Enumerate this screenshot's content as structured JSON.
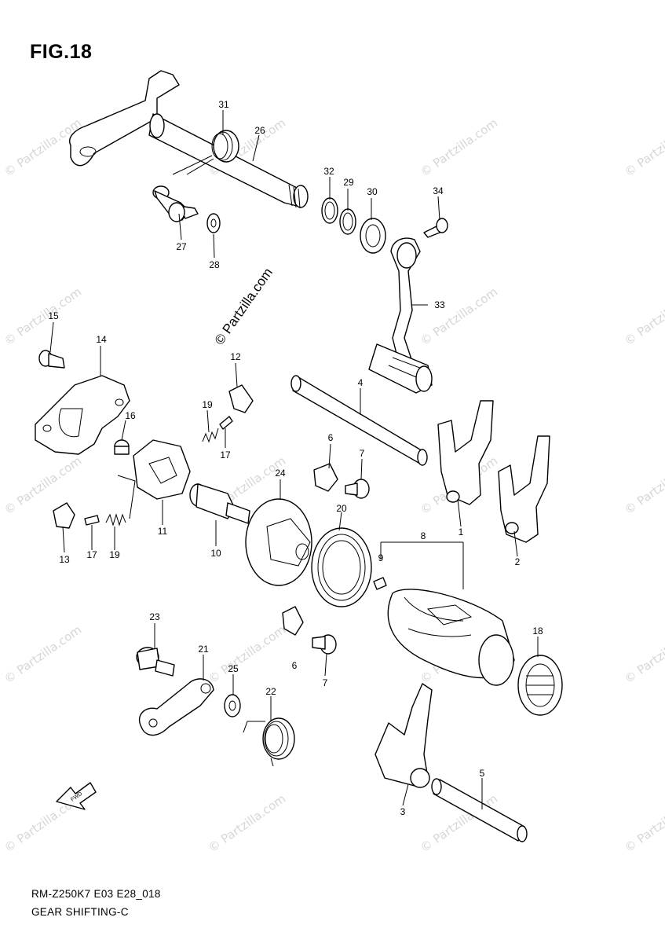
{
  "figure_title": "FIG.18",
  "footer": {
    "code": "RM-Z250K7 E03 E28_018",
    "name": "GEAR SHIFTING-C"
  },
  "watermark": "© Partzilla.com",
  "callouts": [
    {
      "id": "c31",
      "label": "31"
    },
    {
      "id": "c26",
      "label": "26"
    },
    {
      "id": "c32",
      "label": "32"
    },
    {
      "id": "c29",
      "label": "29"
    },
    {
      "id": "c30",
      "label": "30"
    },
    {
      "id": "c34",
      "label": "34"
    },
    {
      "id": "c27",
      "label": "27"
    },
    {
      "id": "c28",
      "label": "28"
    },
    {
      "id": "c33",
      "label": "33"
    },
    {
      "id": "c15",
      "label": "15"
    },
    {
      "id": "c14",
      "label": "14"
    },
    {
      "id": "c12",
      "label": "12"
    },
    {
      "id": "c4",
      "label": "4"
    },
    {
      "id": "c16",
      "label": "16"
    },
    {
      "id": "c19a",
      "label": "19"
    },
    {
      "id": "c17a",
      "label": "17"
    },
    {
      "id": "c6a",
      "label": "6"
    },
    {
      "id": "c7a",
      "label": "7"
    },
    {
      "id": "c24",
      "label": "24"
    },
    {
      "id": "c20",
      "label": "20"
    },
    {
      "id": "c1",
      "label": "1"
    },
    {
      "id": "c2",
      "label": "2"
    },
    {
      "id": "c8",
      "label": "8"
    },
    {
      "id": "c9",
      "label": "9"
    },
    {
      "id": "c13",
      "label": "13"
    },
    {
      "id": "c17b",
      "label": "17"
    },
    {
      "id": "c19b",
      "label": "19"
    },
    {
      "id": "c11",
      "label": "11"
    },
    {
      "id": "c10",
      "label": "10"
    },
    {
      "id": "c23",
      "label": "23"
    },
    {
      "id": "c21",
      "label": "21"
    },
    {
      "id": "c25",
      "label": "25"
    },
    {
      "id": "c6b",
      "label": "6"
    },
    {
      "id": "c7b",
      "label": "7"
    },
    {
      "id": "c22",
      "label": "22"
    },
    {
      "id": "c18",
      "label": "18"
    },
    {
      "id": "c3",
      "label": "3"
    },
    {
      "id": "c5",
      "label": "5"
    }
  ],
  "direction_marker": "FWD"
}
